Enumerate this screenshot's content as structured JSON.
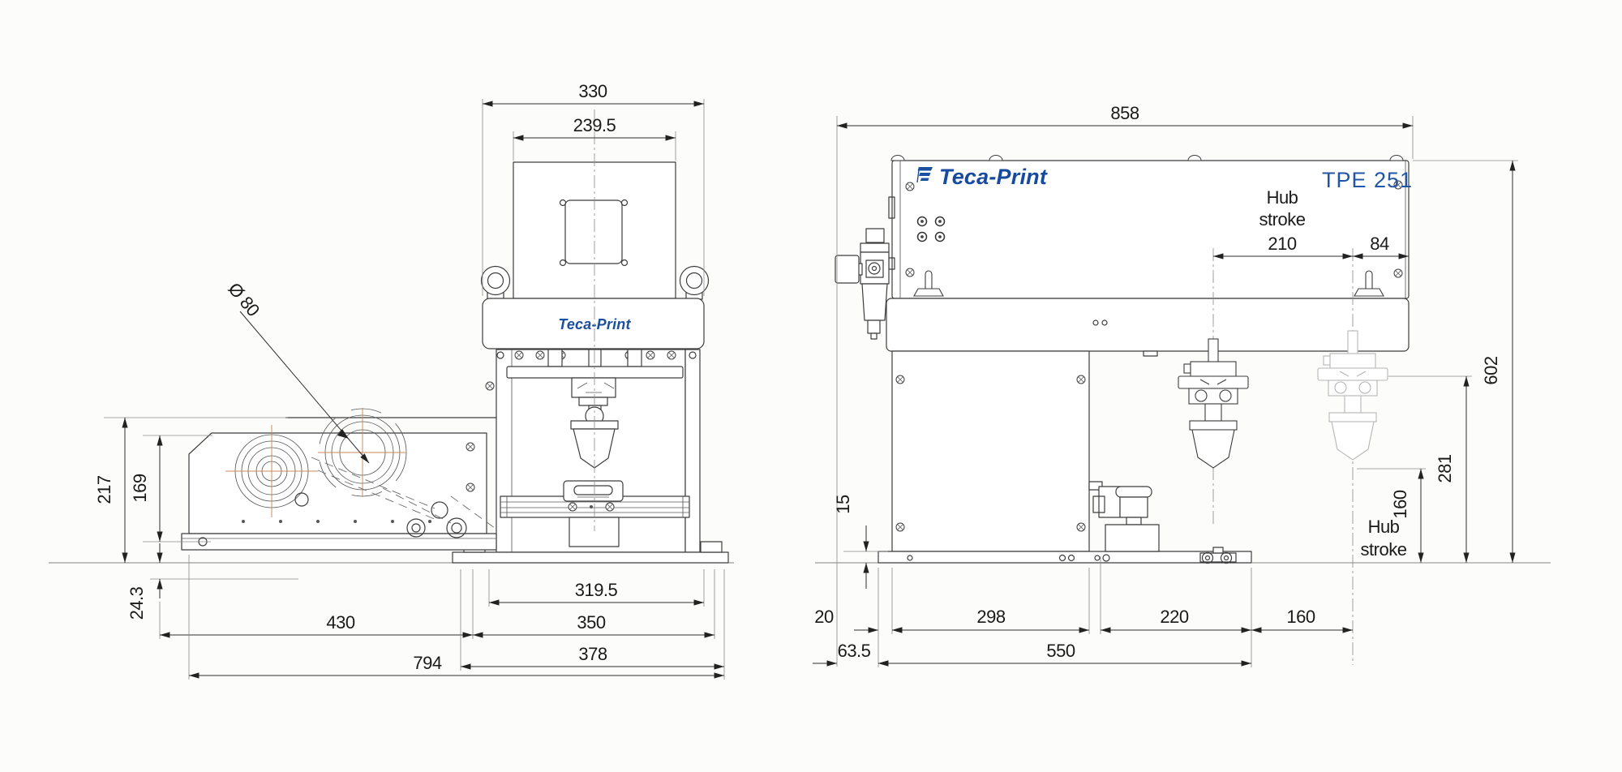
{
  "brand": {
    "name": "Teca-Print",
    "model": "TPE 251"
  },
  "colors": {
    "logo_blue": "#1b4fa0",
    "model_blue": "#2156a6",
    "centerline_orange": "#c9895a",
    "ghost_gray": "#b6b6b6",
    "line_color": "#3d3d3d",
    "dim_text": "#1a1a1a"
  },
  "side_view": {
    "dims": {
      "overall_width_top": "330",
      "head_width": "239.5",
      "cup_diameter": "Ø 80",
      "height_total": "217",
      "height_base": "169",
      "drop_below_table": "24.3",
      "base_unit_length": "430",
      "overall_length": "794",
      "table_inner_width": "319.5",
      "table_width": "350",
      "foot_plate_width": "378"
    }
  },
  "front_view": {
    "hub_label": "Hub",
    "stroke_label": "stroke",
    "dims": {
      "overall_width": "858",
      "horizontal_stroke": "210",
      "head_right_offset": "84",
      "height_total": "602",
      "pad_clearance": "281",
      "vertical_stroke": "160",
      "base_plate_height": "15",
      "rear_gap": "20",
      "left_offset": "63.5",
      "cabinet_width": "298",
      "pedestal_width": "220",
      "right_span": "160",
      "base_length": "550"
    }
  }
}
